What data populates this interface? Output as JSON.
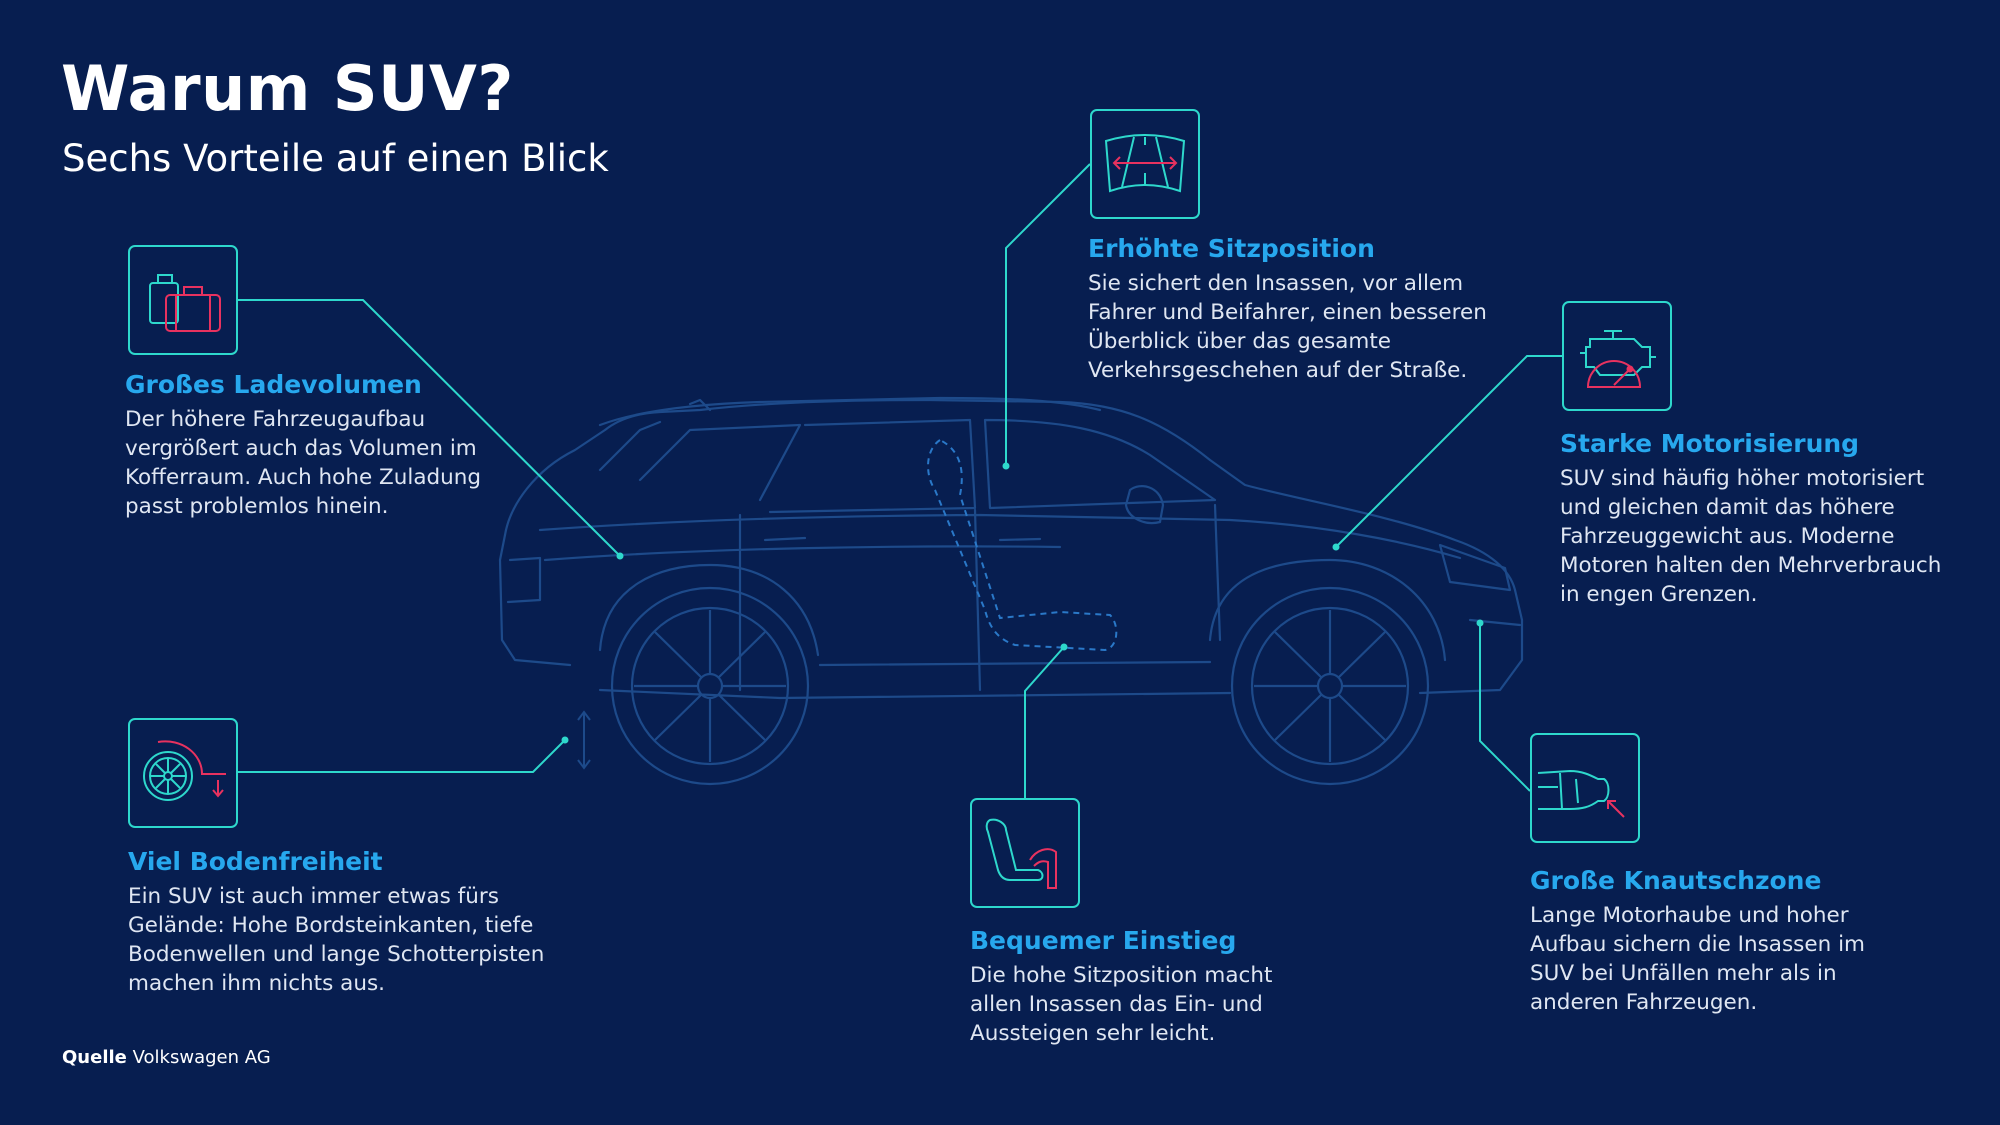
{
  "header": {
    "title": "Warum SUV?",
    "subtitle": "Sechs Vorteile auf einen Blick"
  },
  "colors": {
    "background": "#071e50",
    "accent_line": "#2ed8cc",
    "heading": "#27a8ee",
    "icon_highlight": "#e8325f",
    "car_outline": "#1d4a8a"
  },
  "features": [
    {
      "id": "ladevolumen",
      "icon": "luggage-icon",
      "title": "Großes Ladevolumen",
      "lines": [
        "Der höhere Fahrzeugaufbau",
        "vergrößert auch das Volumen im",
        "Kofferraum. Auch hohe Zuladung",
        "passt problemlos hinein."
      ]
    },
    {
      "id": "sitzposition",
      "icon": "road-view-icon",
      "title": "Erhöhte Sitzposition",
      "lines": [
        "Sie sichert den Insassen, vor allem",
        "Fahrer und Beifahrer, einen besseren",
        "Überblick über das gesamte",
        "Verkehrsgeschehen auf der Straße."
      ]
    },
    {
      "id": "motorisierung",
      "icon": "engine-icon",
      "title": "Starke Motorisierung",
      "lines": [
        "SUV sind häufig höher motorisiert",
        "und gleichen damit das höhere",
        "Fahrzeuggewicht aus. Moderne",
        "Motoren halten den Mehrverbrauch",
        "in engen Grenzen."
      ]
    },
    {
      "id": "bodenfreiheit",
      "icon": "wheel-clearance-icon",
      "title": "Viel Bodenfreiheit",
      "lines": [
        "Ein SUV ist auch immer etwas fürs",
        "Gelände: Hohe Bordsteinkanten, tiefe",
        "Bodenwellen und lange Schotterpisten",
        "machen ihm nichts aus."
      ]
    },
    {
      "id": "einstieg",
      "icon": "seat-icon",
      "title": "Bequemer Einstieg",
      "lines": [
        "Die hohe Sitzposition macht",
        "allen Insassen das Ein- und",
        "Aussteigen sehr leicht."
      ]
    },
    {
      "id": "knautschzone",
      "icon": "crumple-zone-icon",
      "title": "Große Knautschzone",
      "lines": [
        "Lange Motorhaube und hoher",
        "Aufbau sichern die Insassen im",
        "SUV bei Unfällen mehr als in",
        "anderen Fahrzeugen."
      ]
    }
  ],
  "source": {
    "label": "Quelle",
    "text": "Volkswagen AG"
  }
}
